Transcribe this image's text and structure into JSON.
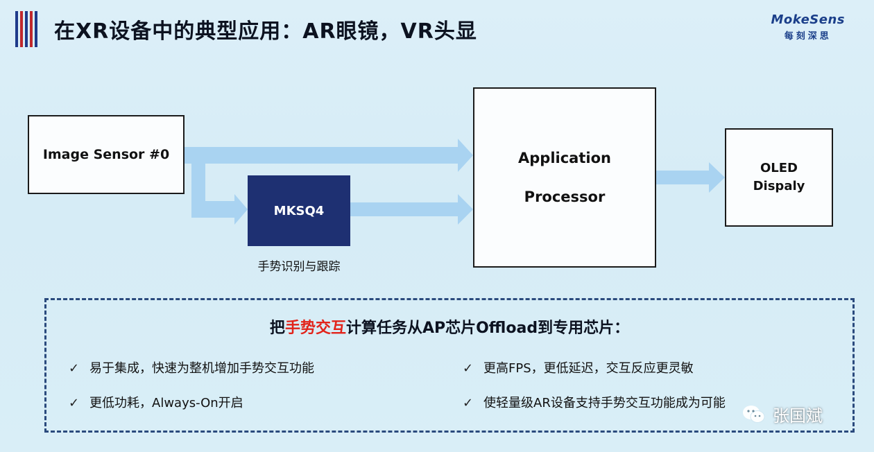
{
  "header": {
    "title": "在XR设备中的典型应用：AR眼镜，VR头显",
    "brand": {
      "name": "MokeSens",
      "subtitle": "每刻深思"
    },
    "logo_bar_colors": [
      "#1e3a8a",
      "#c0282d",
      "#1e3a8a",
      "#c0282d",
      "#1e3a8a"
    ]
  },
  "diagram": {
    "sensor_label": "Image Sensor #0",
    "chip_label": "MKSQ4",
    "chip_caption": "手势识别与跟踪",
    "ap_line1": "Application",
    "ap_line2": "Processor",
    "display_line1": "OLED",
    "display_line2": "Dispaly",
    "arrow_color": "#a9d3f1"
  },
  "panel": {
    "title_prefix": "把",
    "title_highlight": "手势交互",
    "title_suffix": "计算任务从AP芯片Offload到专用芯片：",
    "bullets": [
      "易于集成，快速为整机增加手势交互功能",
      "更低功耗，Always-On开启",
      "更高FPS，更低延迟，交互反应更灵敏",
      "使轻量级AR设备支持手势交互功能成为可能"
    ],
    "check_mark": "✓"
  },
  "watermark": {
    "text": "张国斌",
    "icon": "wechat-icon"
  }
}
